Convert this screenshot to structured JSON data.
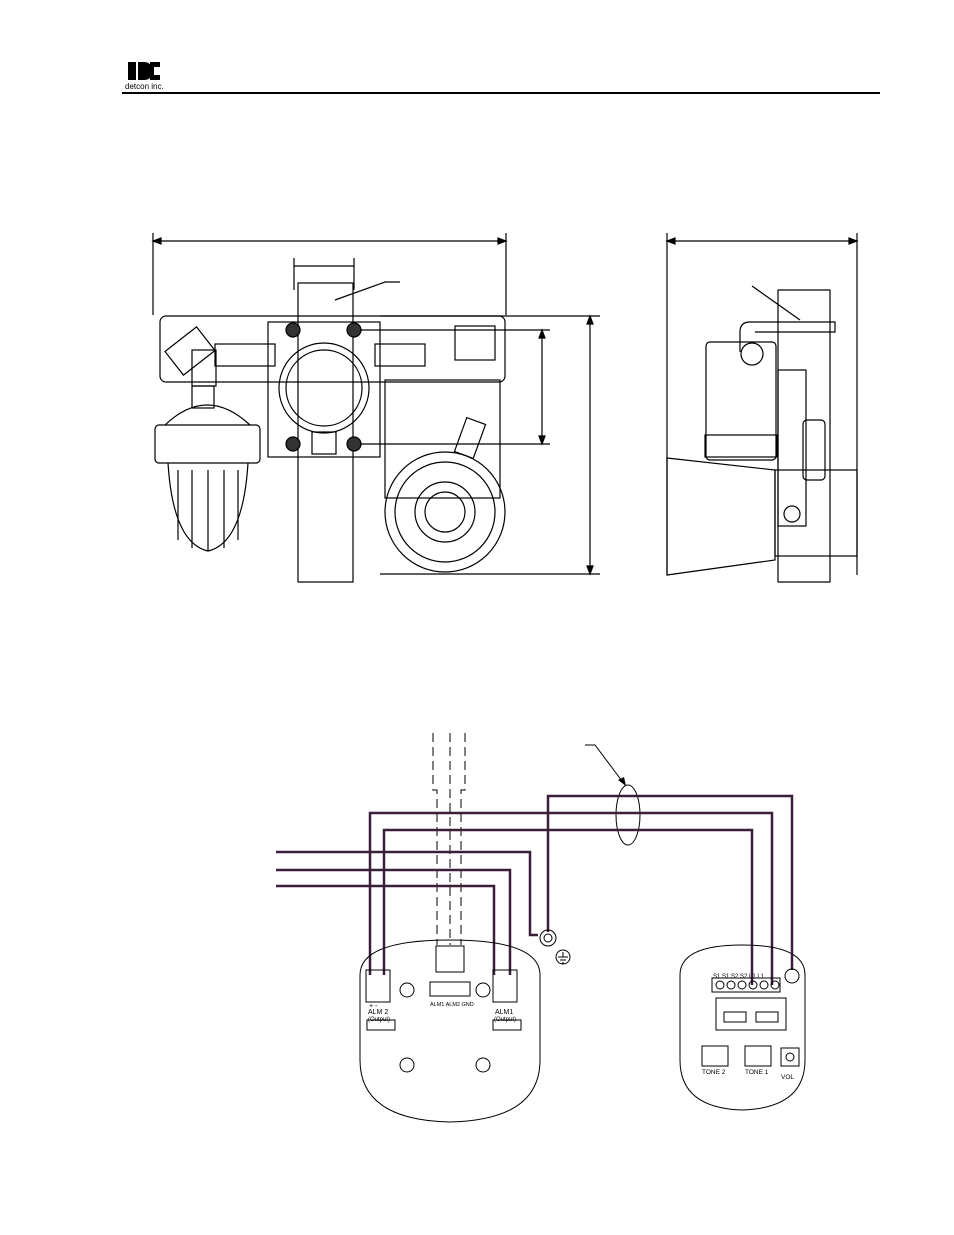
{
  "header": {
    "logo_caption": "detcon inc."
  },
  "sensor_board": {
    "alm2_label": "ALM 2",
    "alm2_sub": "(Output)",
    "alm1_label": "ALM1",
    "alm1_sub": "(Output)",
    "center_terminals": "ALM1 ALM2 GND",
    "plus_minus": "+ -"
  },
  "horn_board": {
    "terminals": "S1 S1 S2 S2 L1 L1",
    "tone2": "TONE 2",
    "tone1": "TONE 1",
    "vol": "VOL"
  },
  "colors": {
    "wire": "#3a1f3a",
    "line": "#000000"
  }
}
